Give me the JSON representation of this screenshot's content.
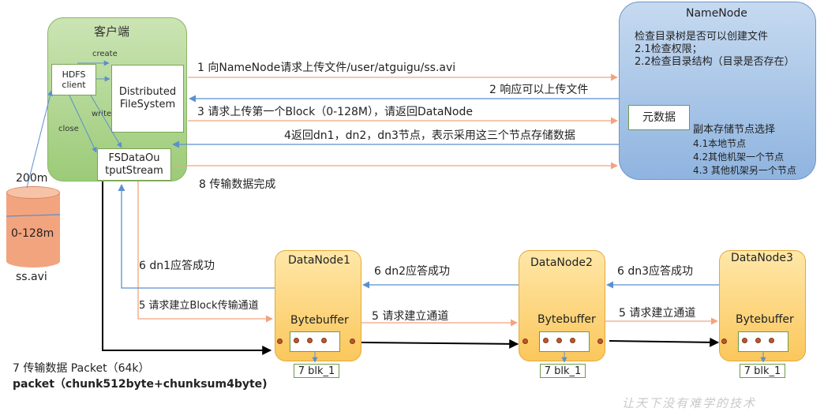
{
  "client": {
    "title": "客户端",
    "hdfs_client": "HDFS client",
    "distributed_fs": "Distributed FileSystem",
    "fsdata_stream": "FSDataOu tputStream",
    "create": "create",
    "write": "write",
    "close": "close"
  },
  "file": {
    "size": "200m",
    "block": "0-128m",
    "name": "ss.avi"
  },
  "namenode": {
    "title": "NameNode",
    "check_tree": "检查目录树是否可以创建文件",
    "check_perm": "2.1检查权限；",
    "check_dir": "2.2检查目录结构（目录是否存在）",
    "metadata": "元数据",
    "replica_title": "副本存储节点选择",
    "replica_1": "4.1本地节点",
    "replica_2": "4.2其他机架一个节点",
    "replica_3": "4.3 其他机架另一个节点"
  },
  "steps": {
    "s1": "1 向NameNode请求上传文件/user/atguigu/ss.avi",
    "s2": "2 响应可以上传文件",
    "s3": "3 请求上传第一个Block（0-128M），请返回DataNode",
    "s4": "4返回dn1，dn2，dn3节点，表示采用这三个节点存储数据",
    "s8": "8 传输数据完成",
    "s6_dn1": "6 dn1应答成功",
    "s5_block": "5 请求建立Block传输通道",
    "s6_dn2": "6 dn2应答成功",
    "s6_dn3": "6 dn3应答成功",
    "s5_ch1": "5 请求建立通道",
    "s5_ch2": "5 请求建立通道",
    "s7": "7 传输数据 Packet（64k）",
    "packet": "packet（chunk512byte+chunksum4byte)"
  },
  "datanodes": [
    {
      "name": "DataNode1",
      "buffer": "Bytebuffer",
      "blk": "7 blk_1"
    },
    {
      "name": "DataNode2",
      "buffer": "Bytebuffer",
      "blk": "7 blk_1"
    },
    {
      "name": "DataNode3",
      "buffer": "Bytebuffer",
      "blk": "7 blk_1"
    }
  ],
  "watermark": "让天下没有难学的技术",
  "colors": {
    "orange_arrow": "#f4a37e",
    "blue_arrow": "#5b8fcf",
    "black_arrow": "#000000"
  }
}
